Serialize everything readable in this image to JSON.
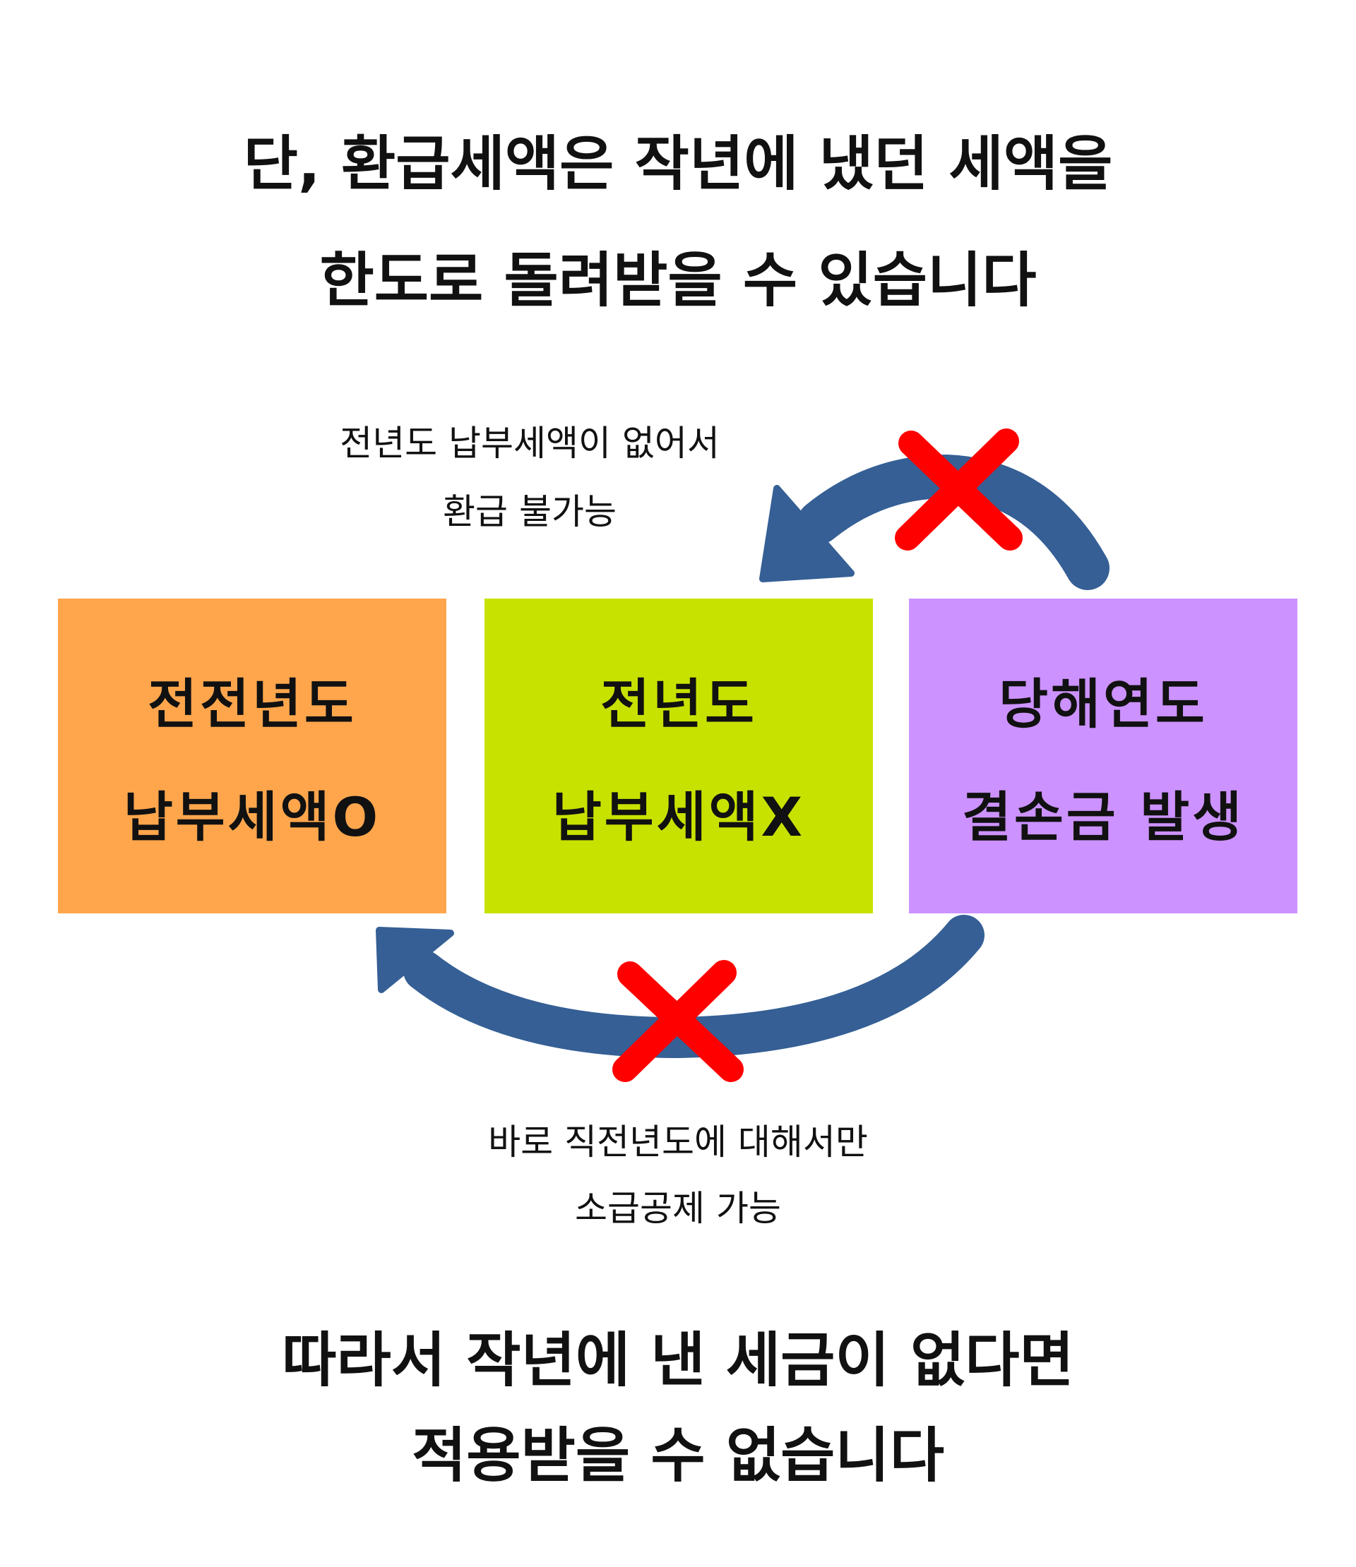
{
  "header": {
    "line1": "단, 환급세액은 작년에 냈던 세액을",
    "line2": "한도로 돌려받을 수 있습니다"
  },
  "top_note": {
    "line1": "전년도 납부세액이 없어서",
    "line2": "환급 불가능"
  },
  "boxes": [
    {
      "line1": "전전년도",
      "line2": "납부세액O",
      "color": "#FFA64D"
    },
    {
      "line1": "전년도",
      "line2": "납부세액X",
      "color": "#C8E200"
    },
    {
      "line1": "당해연도",
      "line2": "결손금 발생",
      "color": "#CC92FF"
    }
  ],
  "bottom_note": {
    "line1": "바로 직전년도에 대해서만",
    "line2": "소급공제 가능"
  },
  "footer": {
    "line1": "따라서 작년에 낸 세금이 없다면",
    "line2": "적용받을 수 없습니다"
  },
  "colors": {
    "arrow": "#355F95",
    "cross": "#FF0000"
  }
}
